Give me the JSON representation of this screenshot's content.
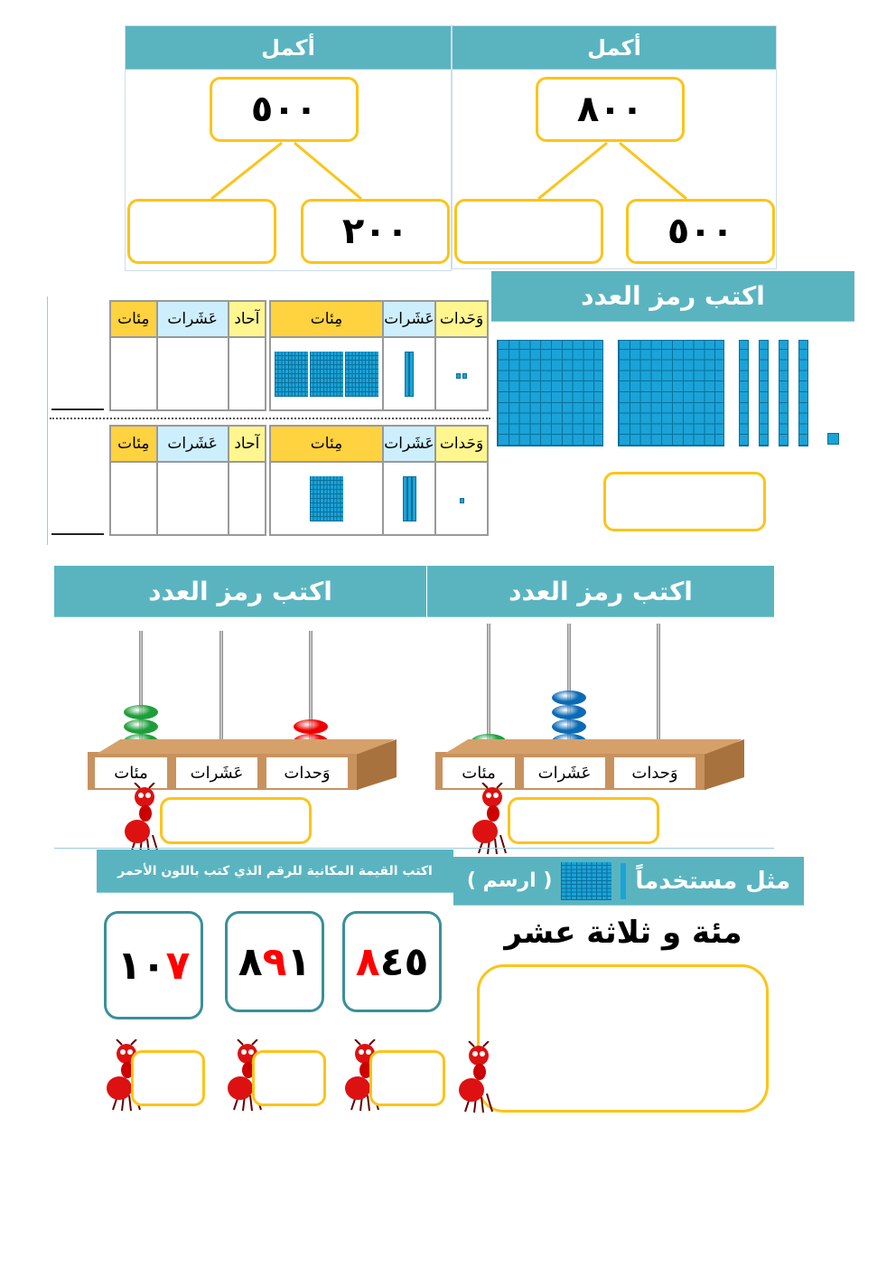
{
  "complete": [
    {
      "title": "أكمل",
      "whole": "٨٠٠",
      "part_right": "٥٠٠",
      "part_left": ""
    },
    {
      "title": "أكمل",
      "whole": "٥٠٠",
      "part_right": "٢٠٠",
      "part_left": ""
    }
  ],
  "base_ten": {
    "title": "اكتب رمز العدد",
    "flats": 2,
    "rods": 4,
    "units": 1
  },
  "place_tables": {
    "model_headers": [
      "وَحَدات",
      "عَشَرات",
      "مِئات"
    ],
    "answer_headers": [
      "آحاد",
      "عَشَرات",
      "مِئات"
    ],
    "rows": [
      {
        "units": 2,
        "tens": 2,
        "hundreds": 3
      },
      {
        "units": 1,
        "tens": 3,
        "hundreds": 1
      }
    ]
  },
  "abacus": [
    {
      "title": "اكتب رمز العدد",
      "labels": [
        "وَحدات",
        "عَشَرات",
        "مئات"
      ],
      "hundreds": 1,
      "tens": 4,
      "units": 0
    },
    {
      "title": "اكتب رمز العدد",
      "labels": [
        "وَحدات",
        "عَشَرات",
        "مئات"
      ],
      "hundreds": 3,
      "tens": 0,
      "units": 2
    }
  ],
  "draw": {
    "title_main": "مثل مستخدماً",
    "title_tail": "( ارسم )",
    "prompt": "مئة و ثلاثة عشر"
  },
  "place_value": {
    "title": "اكتب القيمة المكانية للرقم الذي كتب باللون الأحمر",
    "numbers": [
      {
        "digits": [
          "٥",
          "٤",
          "٨"
        ],
        "red_index": 2
      },
      {
        "digits": [
          "١",
          "٩",
          "٨"
        ],
        "red_index": 1
      },
      {
        "digits": [
          "٧",
          "٠",
          "١"
        ],
        "red_index": 0
      }
    ]
  },
  "colors": {
    "header": "#5ab4c0",
    "box": "#fcc419",
    "green": "#1e9e3a",
    "blue": "#0a6bb5",
    "red": "#e00"
  }
}
